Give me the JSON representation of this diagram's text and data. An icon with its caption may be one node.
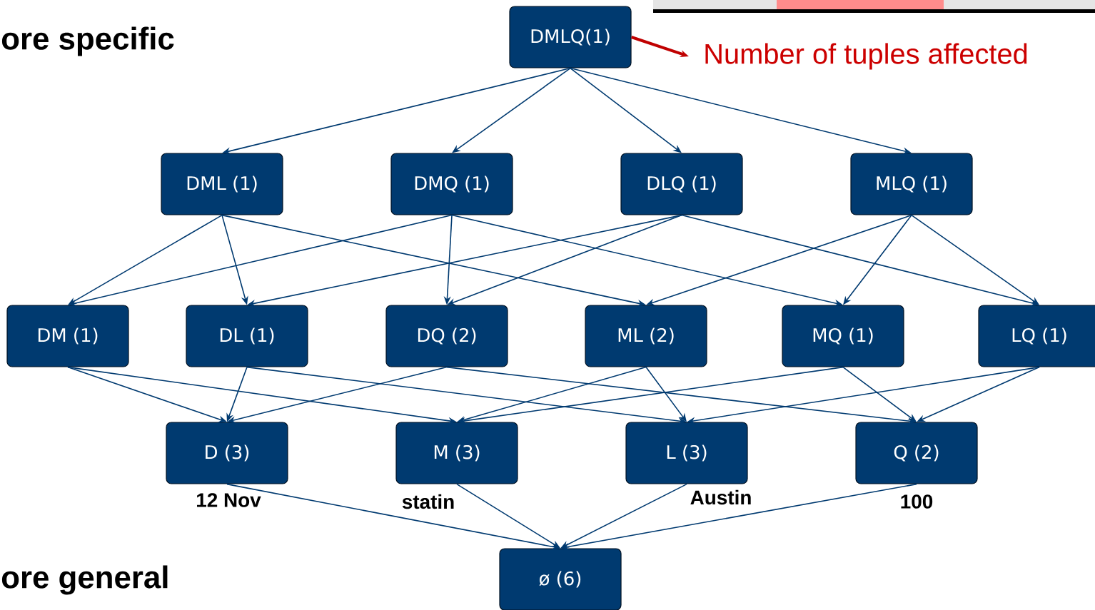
{
  "diagram": {
    "nodes": [
      {
        "text": [
          "DMLQ(1)"
        ]
      },
      {
        "text": [
          "DML (1)"
        ]
      },
      {
        "text": [
          "DMQ (1)"
        ]
      },
      {
        "text": [
          "DLQ (1)"
        ]
      },
      {
        "text": [
          "MLQ (1)"
        ]
      },
      {
        "text": [
          "DM (1)"
        ]
      },
      {
        "text": [
          "DL (1)"
        ]
      },
      {
        "text": [
          "DQ (2)"
        ]
      },
      {
        "text": [
          "ML (2)"
        ]
      },
      {
        "text": [
          "MQ (1)"
        ]
      },
      {
        "text": [
          "LQ (1)"
        ]
      },
      {
        "text": [
          "D (3)"
        ],
        "beside": [
          "12 Nov"
        ]
      },
      {
        "text": [
          "M (3)"
        ],
        "beside": [
          "statin"
        ]
      },
      {
        "text": [
          "L (3)"
        ],
        "beside": [
          "Austin"
        ]
      },
      {
        "text": [
          "Q (2)"
        ],
        "beside": [
          "100"
        ]
      },
      {
        "text": [
          "ø (6)"
        ]
      },
      {
        "text": [
          "Number of tuples affected"
        ]
      }
    ],
    "edges": [
      {
        "from": 0,
        "to": 1,
        "arrow": "to"
      },
      {
        "from": 0,
        "to": 2,
        "arrow": "to"
      },
      {
        "from": 0,
        "to": 3,
        "arrow": "to"
      },
      {
        "from": 0,
        "to": 4,
        "arrow": "to"
      },
      {
        "from": 1,
        "to": 5,
        "arrow": "to"
      },
      {
        "from": 1,
        "to": 6,
        "arrow": "to"
      },
      {
        "from": 1,
        "to": 8,
        "arrow": "to"
      },
      {
        "from": 2,
        "to": 5,
        "arrow": "to"
      },
      {
        "from": 2,
        "to": 7,
        "arrow": "to"
      },
      {
        "from": 2,
        "to": 9,
        "arrow": "to"
      },
      {
        "from": 3,
        "to": 6,
        "arrow": "to"
      },
      {
        "from": 3,
        "to": 7,
        "arrow": "to"
      },
      {
        "from": 3,
        "to": 10,
        "arrow": "to"
      },
      {
        "from": 4,
        "to": 8,
        "arrow": "to"
      },
      {
        "from": 4,
        "to": 9,
        "arrow": "to"
      },
      {
        "from": 4,
        "to": 10,
        "arrow": "to"
      },
      {
        "from": 5,
        "to": 11,
        "arrow": "to"
      },
      {
        "from": 5,
        "to": 12,
        "arrow": "to"
      },
      {
        "from": 6,
        "to": 11,
        "arrow": "to"
      },
      {
        "from": 6,
        "to": 13,
        "arrow": "to"
      },
      {
        "from": 7,
        "to": 11,
        "arrow": "to"
      },
      {
        "from": 7,
        "to": 14,
        "arrow": "to"
      },
      {
        "from": 8,
        "to": 12,
        "arrow": "to"
      },
      {
        "from": 8,
        "to": 13,
        "arrow": "to"
      },
      {
        "from": 9,
        "to": 12,
        "arrow": "to"
      },
      {
        "from": 9,
        "to": 14,
        "arrow": "to"
      },
      {
        "from": 10,
        "to": 13,
        "arrow": "to"
      },
      {
        "from": 10,
        "to": 14,
        "arrow": "to"
      },
      {
        "from": 11,
        "to": 15,
        "arrow": "to"
      },
      {
        "from": 12,
        "to": 15,
        "arrow": "to"
      },
      {
        "from": 13,
        "to": 15,
        "arrow": "to"
      },
      {
        "from": 14,
        "to": 15,
        "arrow": "to"
      },
      {
        "from": 0,
        "to": 16,
        "arrow": "to",
        "style": "thick",
        "color": "#c00000"
      }
    ],
    "labels": [
      "ore specific",
      "ore general"
    ]
  }
}
